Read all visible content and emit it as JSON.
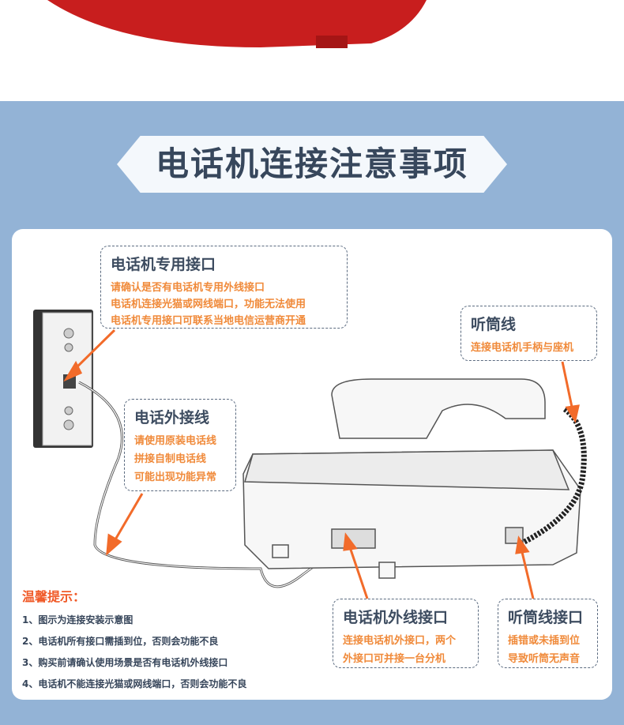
{
  "title": "电话机连接注意事项",
  "boxes": {
    "dedicated_port": {
      "title": "电话机专用接口",
      "lines": [
        "请确认是否有电话机专用外线接口",
        "电话机连接光猫或网线端口，功能无法使用",
        "电话机专用接口可联系当地电信运营商开通"
      ]
    },
    "handset_cord": {
      "title": "听筒线",
      "lines": [
        "连接电话机手柄与座机"
      ]
    },
    "external_line": {
      "title": "电话外接线",
      "lines": [
        "请使用原装电话线",
        "拼接自制电话线",
        "可能出现功能异常"
      ]
    },
    "phone_line_port": {
      "title": "电话机外线接口",
      "lines": [
        "连接电话机外接口，两个",
        "外接口可并接一台分机"
      ]
    },
    "handset_port": {
      "title": "听筒线接口",
      "lines": [
        "插错或未插到位",
        "导致听筒无声音"
      ]
    }
  },
  "tips": {
    "title": "温馨提示：",
    "items": [
      "1、图示为连接安装示意图",
      "2、电话机所有接口需插到位，否则会功能不良",
      "3、购买前请确认使用场景是否有电话机外线接口",
      "4、电话机不能连接光猫或网线端口，否则会功能不良"
    ]
  },
  "colors": {
    "background": "#93b3d6",
    "accent": "#f08a3a",
    "arrow": "#f26b2a",
    "text": "#37475c"
  }
}
